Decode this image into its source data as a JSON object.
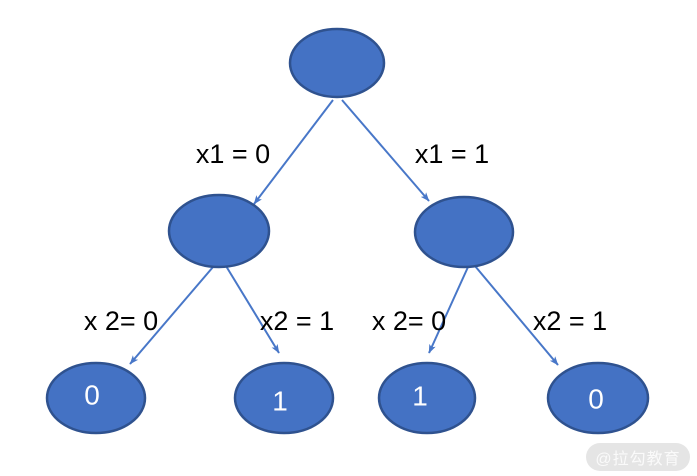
{
  "colors": {
    "background": "#FFFFFF",
    "node_fill": "#4472C4",
    "node_border": "#2F528F",
    "arrow": "#4877C8",
    "edge_label_text": "#000000",
    "leaf_label_text": "#FFFFFF",
    "watermark_bg": "#E5E5E5",
    "watermark_text": "#FAFAFA"
  },
  "tree": {
    "type": "binary-decision-tree",
    "nodes": [
      {
        "id": "root",
        "level": 0,
        "label": ""
      },
      {
        "id": "internal-left",
        "level": 1,
        "label": ""
      },
      {
        "id": "internal-right",
        "level": 1,
        "label": ""
      },
      {
        "id": "leaf-1",
        "level": 2,
        "label": "0"
      },
      {
        "id": "leaf-2",
        "level": 2,
        "label": "1"
      },
      {
        "id": "leaf-3",
        "level": 2,
        "label": "1"
      },
      {
        "id": "leaf-4",
        "level": 2,
        "label": "0"
      }
    ],
    "edges": [
      {
        "from": "root",
        "to": "internal-left",
        "label": "x1 = 0"
      },
      {
        "from": "root",
        "to": "internal-right",
        "label": "x1 = 1"
      },
      {
        "from": "internal-left",
        "to": "leaf-1",
        "label": "x 2= 0"
      },
      {
        "from": "internal-left",
        "to": "leaf-2",
        "label": "x2 = 1"
      },
      {
        "from": "internal-right",
        "to": "leaf-3",
        "label": "x 2= 0"
      },
      {
        "from": "internal-right",
        "to": "leaf-4",
        "label": "x2 = 1"
      }
    ]
  },
  "watermark": {
    "text": "@拉勾教育"
  }
}
